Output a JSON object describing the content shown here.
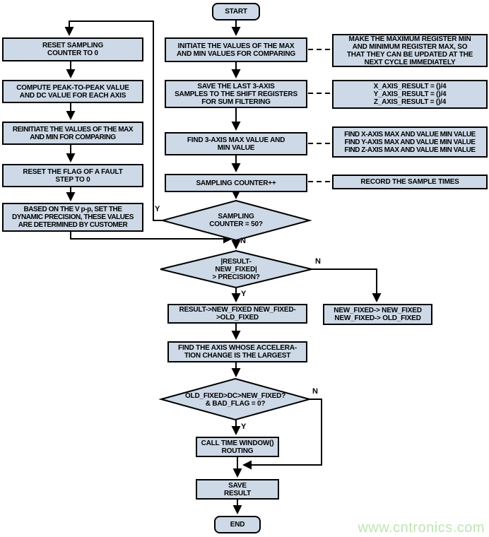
{
  "colors": {
    "node_fill": "#cdd9e6",
    "node_border": "#000000",
    "line": "#000000",
    "watermark": "#bce5b2"
  },
  "nodes": {
    "start": "START",
    "end": "END",
    "init_compare": "INITIATE THE VALUES OF THE MAX\nAND MIN VALUES FOR COMPARING",
    "save_shift": "SAVE THE LAST 3-AXIS\nSAMPLES TO THE SHIFT REGISTERS\nFOR SUM FILTERING",
    "find_max_min": "FIND 3-AXIS MAX VALUE AND\nMIN VALUE",
    "counter_inc": "SAMPLING COUNTER++",
    "counter_check": "SAMPLING\nCOUNTER = 50?",
    "precision_check": "|RESULT-\nNEW_FIXED|\n> PRECISION?",
    "result_to_fixed": "RESULT->NEW_FIXED NEW_FIXED-\n>OLD_FIXED",
    "find_axis": "FIND THE AXIS WHOSE ACCELERA-\nTION CHANGE IS THE LARGEST",
    "fixed_dc_check": "OLD_FIXED>DC>NEW_FIXED?\n& BAD_FLAG = 0?",
    "call_time_window": "CALL TIME WINDOW()\nROUTING",
    "save_result": "SAVE\nRESULT",
    "reset_counter": "RESET SAMPLING\nCOUNTER TO 0",
    "compute_peak": "COMPUTE PEAK-TO-PEAK VALUE\nAND DC VALUE FOR EACH AXIS",
    "reinitiate": "REINITIATE THE VALUES OF THE MAX\nAND MIN FOR COMPARING",
    "reset_flag": "RESET THE FLAG OF A FAULT\nSTEP TO 0",
    "dynamic_precision": "BASED ON THE V p-p, SET THE\nDYNAMIC PRECISION, THESE VALUES\nARE DETERMINED BY CUSTOMER",
    "note_register_swap": "MAKE THE MAXIMUM REGISTER MIN\nAND MINIMUM REGISTER MAX, SO\nTHAT THEY CAN BE UPDATED AT THE\nNEXT CYCLE IMMEDIATELY",
    "axis_result": "X_AXIS_RESULT = ()/4\nY_AXIS_RESULT = ()/4\nZ_AXIS_RESULT = ()/4",
    "find_xyz_max_min": "FIND X-AXIS MAX AND VALUE MIN VALUE\nFIND Y-AXIS MAX AND VALUE MIN VALUE\nFIND Z-AXIS MAX AND VALUE MIN VALUE",
    "record_times": "RECORD THE SAMPLE TIMES",
    "new_fixed_swap": "NEW_FIXED-> NEW_FIXED\nNEW_FIXED-> OLD_FIXED"
  },
  "labels": {
    "yes": "Y",
    "no": "N"
  },
  "watermark": {
    "text": "www.cntronics.com"
  }
}
